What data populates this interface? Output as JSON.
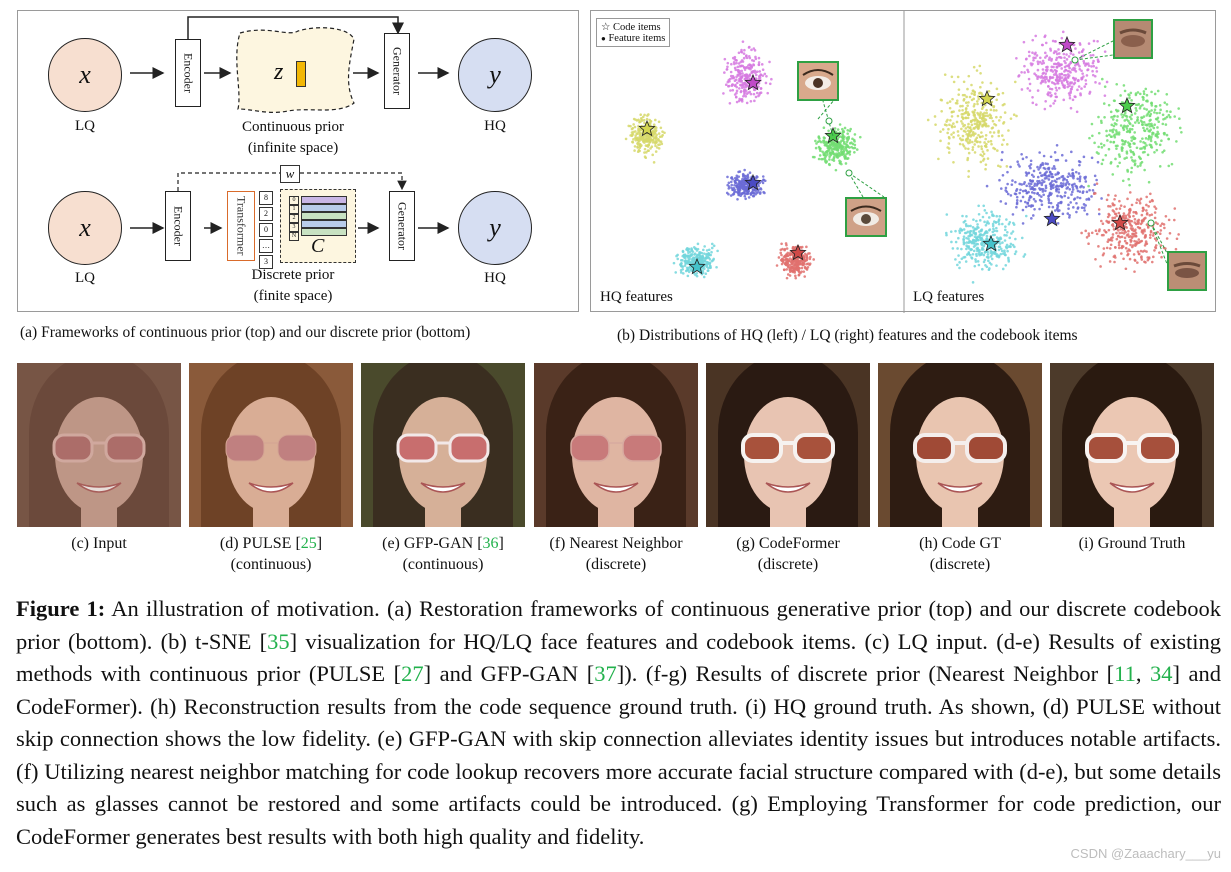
{
  "panel_a": {
    "top": {
      "x": "x",
      "encoder": "Encoder",
      "z": "z",
      "generator": "Generator",
      "y": "y",
      "lq": "LQ",
      "hq": "HQ",
      "prior": "Continuous prior",
      "space": "(infinite space)"
    },
    "bottom": {
      "x": "x",
      "encoder": "Encoder",
      "transformer": "Transformer",
      "w": "w",
      "c": "C",
      "generator": "Generator",
      "y": "y",
      "lq": "LQ",
      "hq": "HQ",
      "prior": "Discrete prior",
      "space": "(finite space)",
      "seq": [
        "8",
        "2",
        "0",
        "…",
        "3"
      ],
      "code_idx": [
        "0",
        "1",
        "2",
        "3",
        "N"
      ]
    },
    "caption": "(a) Frameworks of continuous prior (top) and our discrete prior (bottom)"
  },
  "panel_b": {
    "legend": {
      "code": "Code items",
      "feature": "Feature items"
    },
    "hq_label": "HQ features",
    "lq_label": "LQ features",
    "caption": "(b) Distributions of HQ (left) / LQ (right) features and the codebook items"
  },
  "photos": [
    {
      "caption": "(c) Input",
      "sub": ""
    },
    {
      "caption": "(d) PULSE [",
      "ref": "25",
      "close": "]",
      "sub": "(continuous)"
    },
    {
      "caption": "(e) GFP-GAN [",
      "ref": "36",
      "close": "]",
      "sub": "(continuous)"
    },
    {
      "caption": "(f) Nearest Neighbor",
      "sub": "(discrete)"
    },
    {
      "caption": "(g) CodeFormer",
      "sub": "(discrete)"
    },
    {
      "caption": "(h) Code GT",
      "sub": "(discrete)"
    },
    {
      "caption": "(i) Ground Truth",
      "sub": ""
    }
  ],
  "figure": {
    "label": "Figure 1:",
    "t1": " An illustration of motivation. (a) Restoration frameworks of continuous generative prior (top) and our discrete codebook prior (bottom). (b) t-SNE [",
    "r1": "35",
    "t2": "] visualization for HQ/LQ face features and codebook items. (c) LQ input. (d-e) Results of existing methods with continuous prior (PULSE [",
    "r2": "27",
    "t3": "] and GFP-GAN [",
    "r3": "37",
    "t4": "]). (f-g) Results of discrete prior (Nearest Neighbor [",
    "r4": "11",
    "t5": ", ",
    "r5": "34",
    "t6": "] and CodeFormer). (h) Reconstruction results from the code sequence ground truth. (i) HQ ground truth. As shown, (d) PULSE without skip connection shows the low fidelity. (e) GFP-GAN with skip connection alleviates identity issues but introduces notable artifacts. (f) Utilizing nearest neighbor matching for code lookup recovers more accurate facial structure compared with (d-e), but some details such as glasses cannot be restored and some artifacts could be introduced. (g) Employing Transformer for code prediction, our CodeFormer generates best results with both high quality and fidelity."
  },
  "watermark": "CSDN @Zaaachary___yu",
  "colors": {
    "lq_fill": "#f7dfd0",
    "hq_fill": "#d6def2",
    "prior_fill": "#fdf6e0",
    "ref_green": "#22b14c",
    "transformer": "#d96b2b"
  }
}
